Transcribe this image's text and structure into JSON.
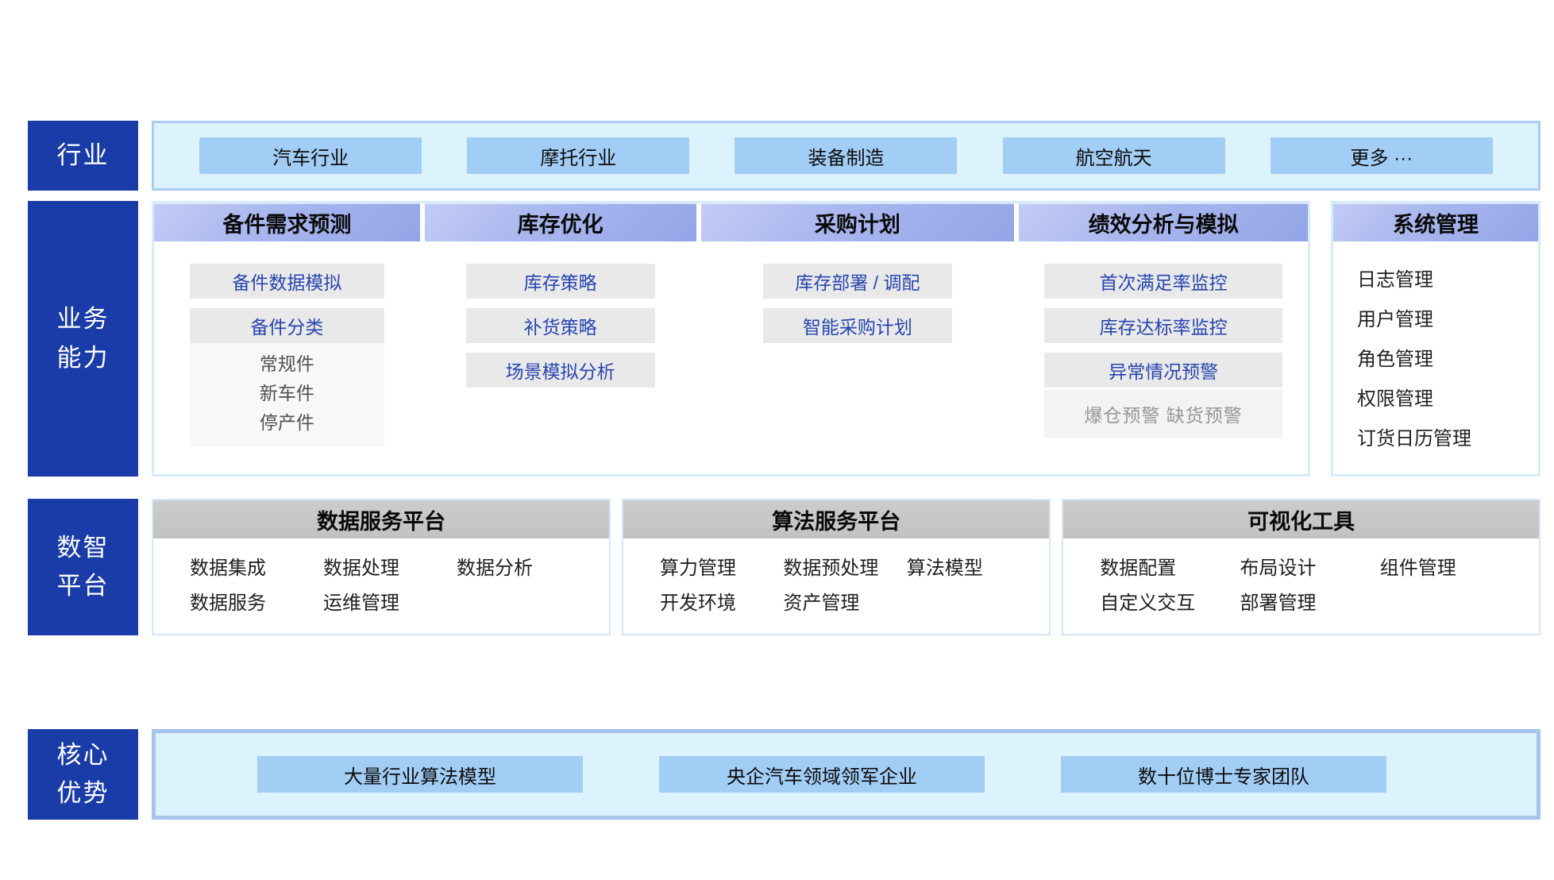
{
  "colors": {
    "label_dark_blue": "#1a3ca8",
    "chip_blue": "#a2cdf5",
    "strip_cyan": "#dcf2fd",
    "strip_border": "#abccf1",
    "header_purple": "#a8b6ee",
    "header_gray": "#c6c6c6",
    "item_gray_bg": "#e9e9e9",
    "item_blue_text": "#2745b0",
    "muted_text": "#969696"
  },
  "industry": {
    "label": "行业",
    "items": [
      "汽车行业",
      "摩托行业",
      "装备制造",
      "航空航天",
      "更多 ···"
    ]
  },
  "business": {
    "label": [
      "业务",
      "能力"
    ],
    "columns": [
      {
        "header": "备件需求预测",
        "items": [
          "备件数据模拟",
          "备件分类"
        ],
        "sub_items": [
          "常规件",
          "新车件",
          "停产件"
        ]
      },
      {
        "header": "库存优化",
        "items": [
          "库存策略",
          "补货策略",
          "场景模拟分析"
        ]
      },
      {
        "header": "采购计划",
        "items": [
          "库存部署 / 调配",
          "智能采购计划"
        ]
      },
      {
        "header": "绩效分析与模拟",
        "items": [
          "首次满足率监控",
          "库存达标率监控",
          "异常情况预警"
        ],
        "muted_item": "爆仓预警 缺货预警"
      }
    ],
    "side_panel": {
      "header": "系统管理",
      "items": [
        "日志管理",
        "用户管理",
        "角色管理",
        "权限管理",
        "订货日历管理"
      ]
    }
  },
  "platform": {
    "label": [
      "数智",
      "平台"
    ],
    "groups": [
      {
        "header": "数据服务平台",
        "items": [
          "数据集成",
          "数据处理",
          "数据分析",
          "数据服务",
          "运维管理"
        ]
      },
      {
        "header": "算法服务平台",
        "items": [
          "算力管理",
          "数据预处理",
          "算法模型",
          "开发环境",
          "资产管理"
        ]
      },
      {
        "header": "可视化工具",
        "items": [
          "数据配置",
          "布局设计",
          "组件管理",
          "自定义交互",
          "部署管理"
        ]
      }
    ]
  },
  "advantage": {
    "label": [
      "核心",
      "优势"
    ],
    "items": [
      "大量行业算法模型",
      "央企汽车领域领军企业",
      "数十位博士专家团队"
    ]
  }
}
